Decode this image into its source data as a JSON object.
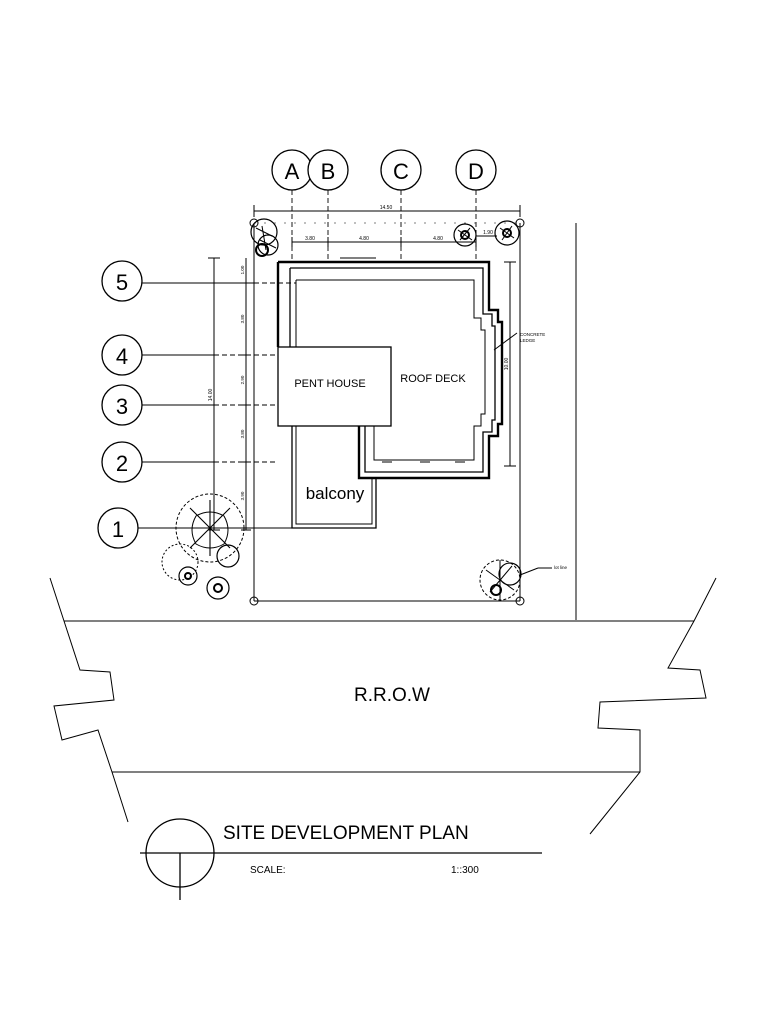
{
  "drawing": {
    "title": "SITE DEVELOPMENT PLAN",
    "scale_label": "SCALE:",
    "scale_value": "1::300"
  },
  "grid_columns": [
    "A",
    "B",
    "C",
    "D"
  ],
  "grid_rows": [
    "5",
    "4",
    "3",
    "2",
    "1"
  ],
  "labels": {
    "pent_house": "PENT HOUSE",
    "roof_deck": "ROOF DECK",
    "balcony": "balcony",
    "road": "R.R.O.W",
    "concrete_ledge_1": "CONCRETE",
    "concrete_ledge_2": "LEDGE",
    "lot_line": "lot line"
  },
  "dimensions": {
    "overall_width": "14.50",
    "bay_ab": "3.80",
    "bay_bc": "4.80",
    "bay_cd": "4.80",
    "offset_right": "1.90",
    "overall_depth": "14.00",
    "building_depth": "10.00",
    "row_54": "1.00",
    "row_43": "3.80",
    "row_32": "2.90",
    "row_21": "3.80",
    "row_1end": "3.90"
  }
}
